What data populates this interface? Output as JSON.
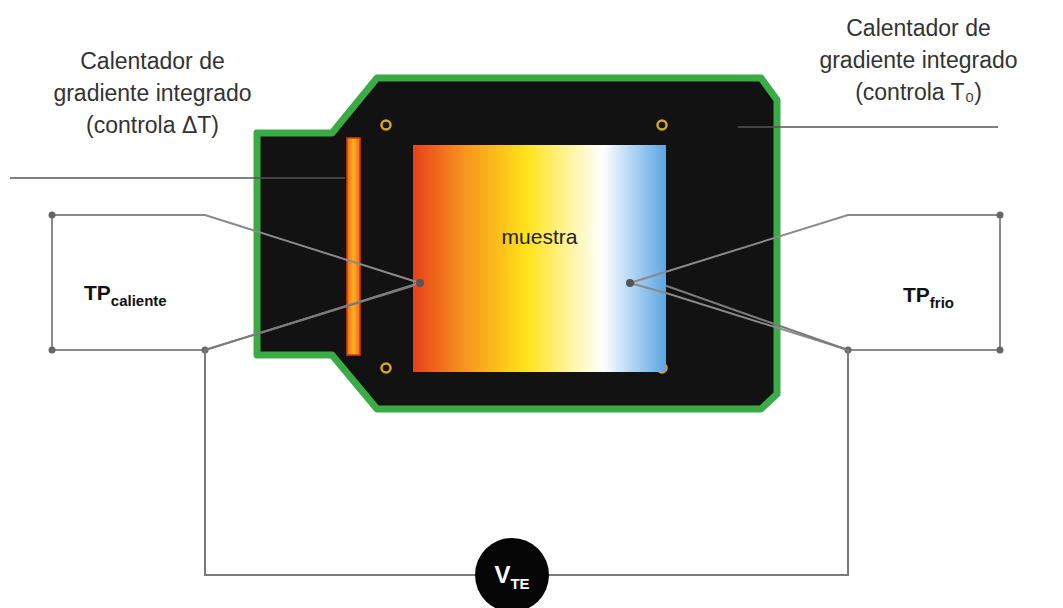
{
  "diagram": {
    "nodes": [
      {
        "text": [
          "muestra"
        ]
      },
      {
        "text": [
          "V",
          "TE"
        ]
      }
    ],
    "edges": [
      {
        "from": 0,
        "to": 1,
        "arrow": "none"
      },
      {
        "from": 0,
        "to": 1,
        "arrow": "none"
      }
    ],
    "labels": [
      "Calentador de gradiente integrado (controla ΔT)",
      "Calentador de gradiente integrado (controla T₀)",
      "TP",
      "caliente",
      "TP",
      "frio"
    ]
  }
}
